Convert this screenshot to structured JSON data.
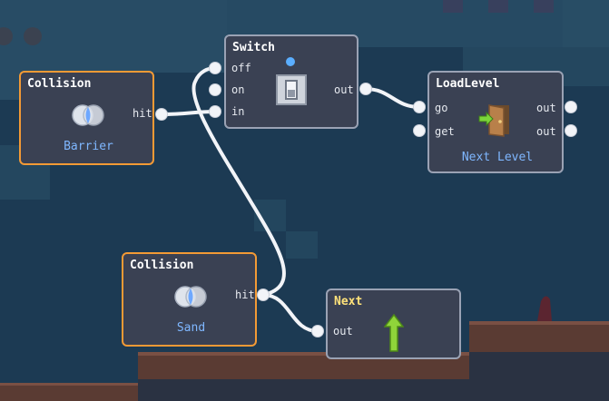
{
  "colors": {
    "node_bg": "#3a4153",
    "node_border": "#9aa2b4",
    "collision_border": "#f39a35",
    "subtitle": "#7fb7ff",
    "wire": "#f2f4f8",
    "indicator": "#5aaeff"
  },
  "nodes": {
    "collision_barrier": {
      "title": "Collision",
      "subtitle": "Barrier",
      "out_label": "hit",
      "icon": "collision-lens-icon"
    },
    "switch": {
      "title": "Switch",
      "in_labels": [
        "off",
        "on",
        "in"
      ],
      "out_label": "out",
      "icon": "switch-toggle-icon"
    },
    "loadlevel": {
      "title": "LoadLevel",
      "in_labels": [
        "go",
        "get"
      ],
      "out_labels": [
        "out",
        "out"
      ],
      "subtitle": "Next Level",
      "icon": "door-exit-icon"
    },
    "collision_sand": {
      "title": "Collision",
      "subtitle": "Sand",
      "out_label": "hit",
      "icon": "collision-lens-icon"
    },
    "next": {
      "title": "Next",
      "in_label": "out",
      "icon": "up-arrow-icon"
    }
  }
}
